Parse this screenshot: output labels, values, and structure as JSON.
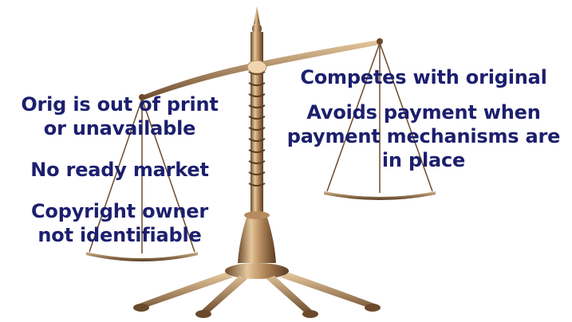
{
  "left_pan": {
    "items": [
      "Orig is out of print\nor unavailable",
      "No ready market",
      "Copyright owner\nnot identifiable"
    ]
  },
  "right_pan": {
    "items": [
      "Competes with original",
      "Avoids payment when\npayment mechanisms are\nin place"
    ]
  },
  "colors": {
    "text": "#1c1f6e",
    "bronze_light": "#e6c79c",
    "bronze_mid": "#b58a5c",
    "bronze_dark": "#6b4a2c"
  }
}
